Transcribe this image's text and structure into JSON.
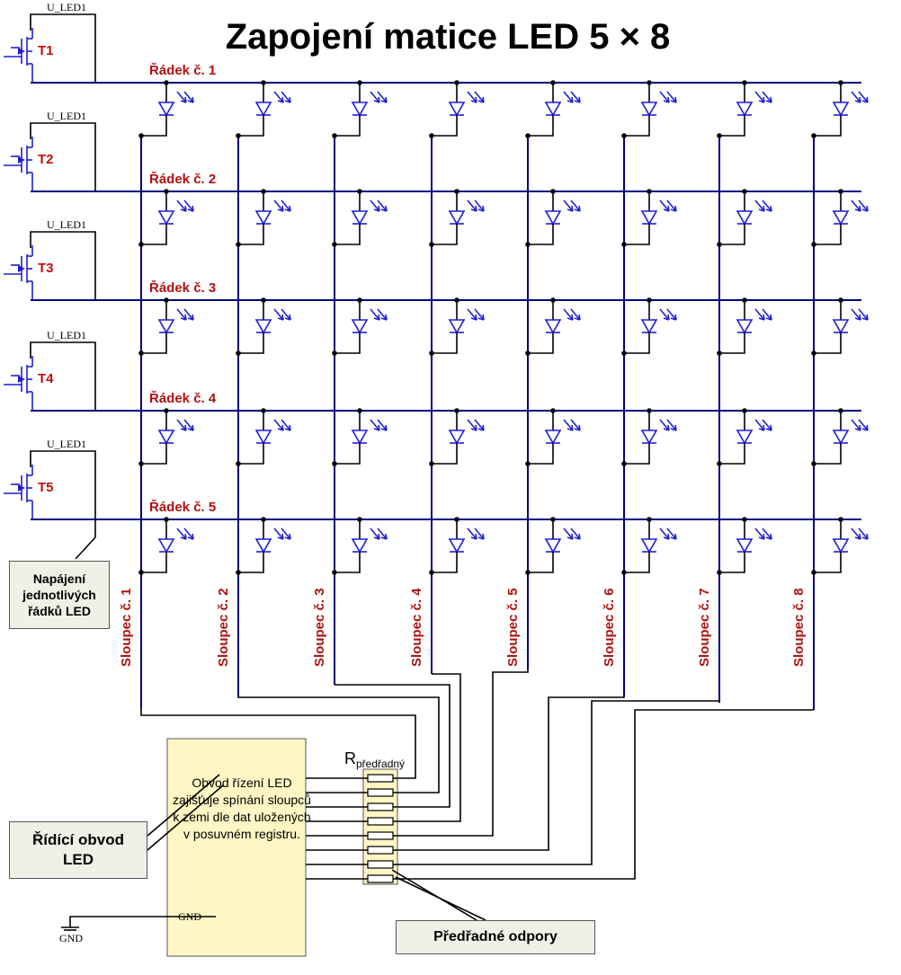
{
  "title": "Zapojení matice LED 5 × 8",
  "rows": [
    {
      "label": "Řádek č. 1",
      "transistor": "T1",
      "supply": "U_LED1"
    },
    {
      "label": "Řádek č. 2",
      "transistor": "T2",
      "supply": "U_LED1"
    },
    {
      "label": "Řádek č. 3",
      "transistor": "T3",
      "supply": "U_LED1"
    },
    {
      "label": "Řádek č. 4",
      "transistor": "T4",
      "supply": "U_LED1"
    },
    {
      "label": "Řádek č. 5",
      "transistor": "T5",
      "supply": "U_LED1"
    }
  ],
  "columns": [
    "Sloupec č. 1",
    "Sloupec č. 2",
    "Sloupec č. 3",
    "Sloupec č. 4",
    "Sloupec č. 5",
    "Sloupec č. 6",
    "Sloupec č. 7",
    "Sloupec č. 8"
  ],
  "callouts": {
    "power": "Napájení jednotlivých řádků LED",
    "driver": "Řídící obvod LED",
    "resistors": "Předřadné odpory"
  },
  "chip": {
    "description": "Obvod řízení LED zajišťuje spínání sloupců k zemi dle dat uložených v posuvném registru.",
    "gnd_pin": "GND"
  },
  "gnd_symbol": "GND",
  "resistor_label": {
    "main": "R",
    "sub": "předřadný"
  },
  "colors": {
    "row_label": "#b01010",
    "led": "#1f1fd0",
    "bus": "#000080",
    "chip_fill": "#fff6c4",
    "callout_fill": "#eef2e6"
  }
}
